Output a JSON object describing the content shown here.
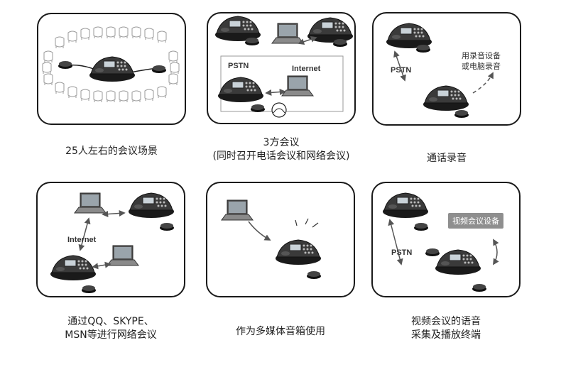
{
  "panels": [
    {
      "caption_lines": [
        "25人左右的会议场景"
      ]
    },
    {
      "caption_lines": [
        "3方会议",
        "(同时召开电话会议和网络会议)"
      ],
      "labels": {
        "pstn": "PSTN",
        "internet": "Internet"
      }
    },
    {
      "caption_lines": [
        "通话录音"
      ],
      "labels": {
        "pstn": "PSTN",
        "record_1": "用录音设备",
        "record_2": "或电脑录音"
      }
    },
    {
      "caption_lines": [
        "通过QQ、SKYPE、",
        "MSN等进行网络会议"
      ],
      "labels": {
        "internet": "Internet"
      }
    },
    {
      "caption_lines": [
        "作为多媒体音箱使用"
      ]
    },
    {
      "caption_lines": [
        "视频会议的语音",
        "采集及播放终端"
      ],
      "labels": {
        "pstn": "PSTN",
        "video_device": "视频会议设备"
      }
    }
  ]
}
